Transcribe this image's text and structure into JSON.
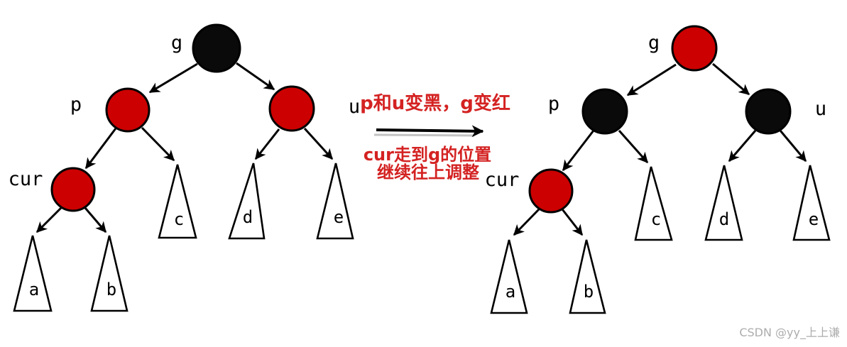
{
  "colors": {
    "node_red": "#cc0000",
    "node_black": "#0a0a0a",
    "annotation_red": "#d42222",
    "watermark_gray": "#adadad"
  },
  "left_tree": {
    "g": "g",
    "p": "p",
    "u": "u",
    "cur": "cur",
    "a": "a",
    "b": "b",
    "c": "c",
    "d": "d",
    "e": "e"
  },
  "right_tree": {
    "g": "g",
    "p": "p",
    "u": "u",
    "cur": "cur",
    "a": "a",
    "b": "b",
    "c": "c",
    "d": "d",
    "e": "e"
  },
  "annotation": {
    "line1": "p和u变黑，g变红",
    "line2": "cur走到g的位置",
    "line3": "继续往上调整"
  },
  "watermark": "CSDN @yy_上上谦"
}
